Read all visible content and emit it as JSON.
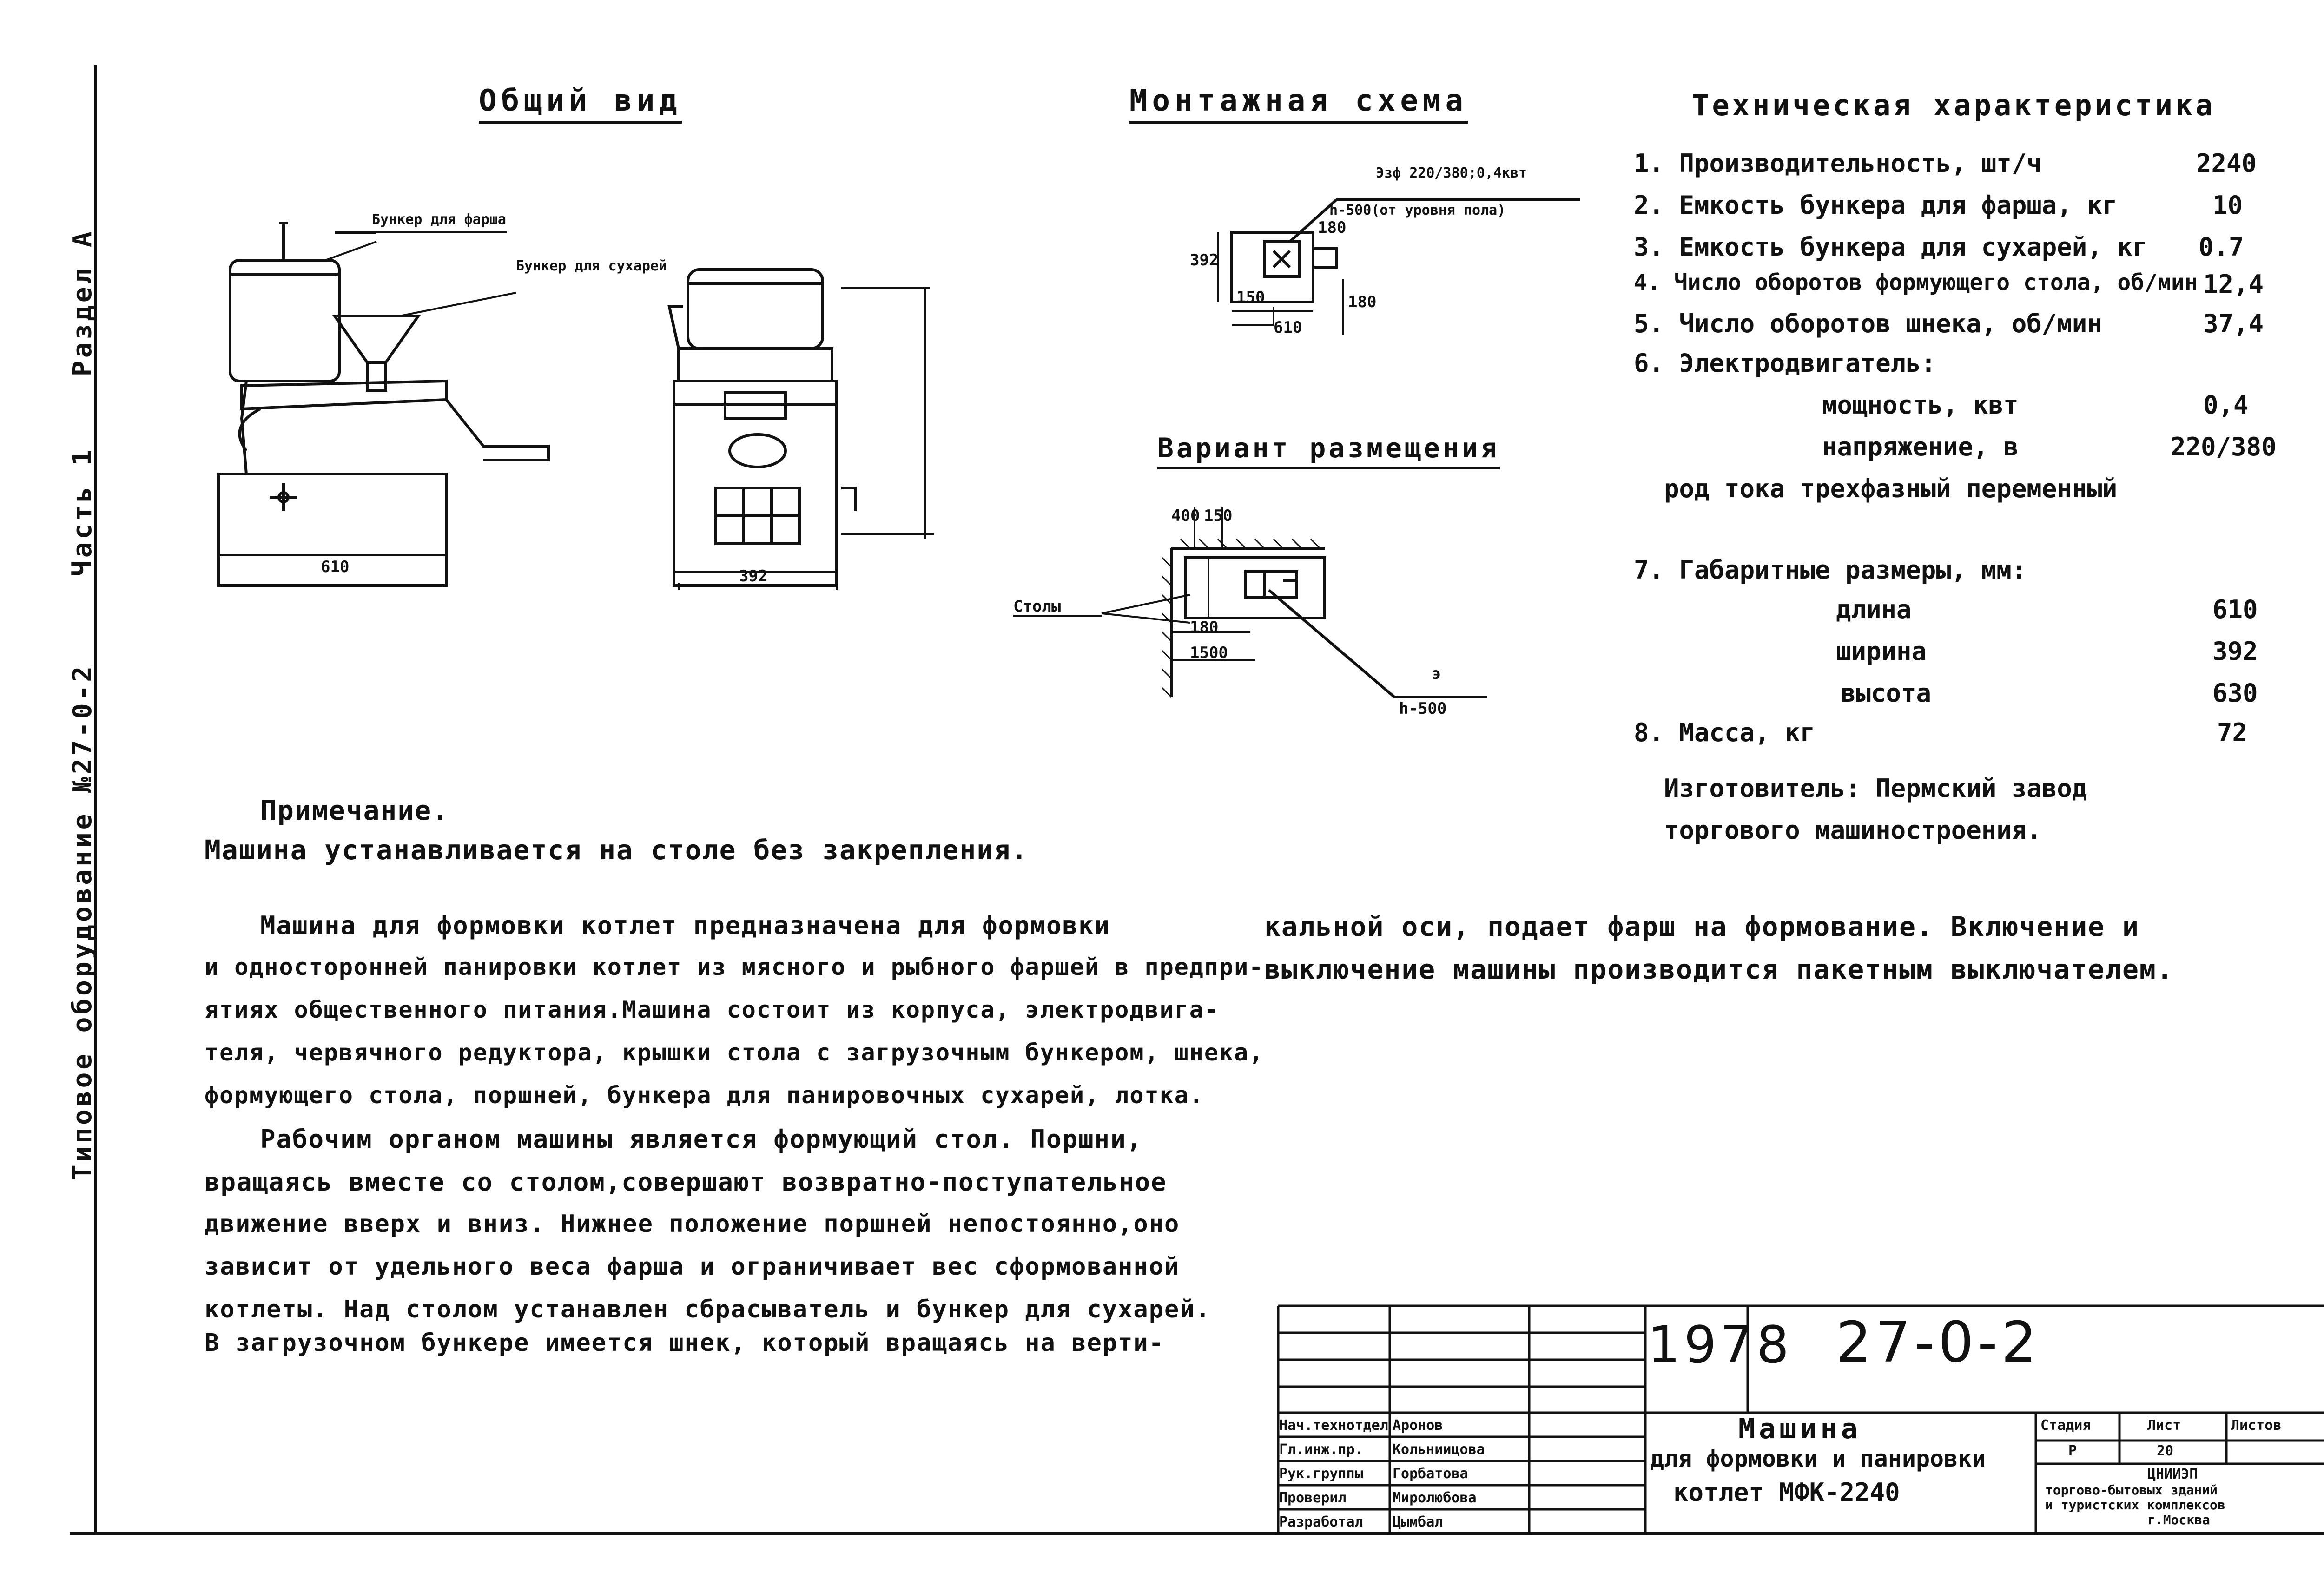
{
  "sheet": {
    "side_text": {
      "section": "Раздел А",
      "part": "Часть 1",
      "series": "Типовое оборудование №27-0-2"
    },
    "general_view": {
      "title": "Общий вид",
      "label_mince_hopper": "Бункер для фарша",
      "label_crumb_hopper": "Бункер для сухарей",
      "dim_length": "610",
      "dim_width": "392"
    },
    "mounting": {
      "title": "Монтажная схема",
      "label_power": "Эзф 220/380;0,4квт",
      "label_height": "h-500(от уровня пола)",
      "dim_392": "392",
      "dim_150": "150",
      "dim_610": "610",
      "dim_180a": "180",
      "dim_180b": "180"
    },
    "placement": {
      "title": "Вариант размещения",
      "label_tables": "Столы",
      "dim_400": "400",
      "dim_150": "150",
      "dim_180": "180",
      "dim_1500": "1500",
      "label_e": "э",
      "label_h": "h-500"
    },
    "spec": {
      "title": "Техническая характеристика",
      "items": [
        {
          "label": "1. Производительность, шт/ч",
          "value": "2240"
        },
        {
          "label": "2. Емкость бункера для фарша, кг",
          "value": "10"
        },
        {
          "label": "3. Емкость бункера для сухарей, кг",
          "value": "0.7"
        },
        {
          "label": "4. Число оборотов формующего стола, об/мин",
          "value": "12,4"
        },
        {
          "label": "5. Число оборотов шнека, об/мин",
          "value": "37,4"
        }
      ],
      "motor_title": "6. Электродвигатель:",
      "motor": [
        {
          "label": "мощность, квт",
          "value": "0,4"
        },
        {
          "label": "напряжение, в",
          "value": "220/380"
        }
      ],
      "current_type": "род тока трехфазный переменный",
      "dims_title": "7. Габаритные размеры, мм:",
      "dims": [
        {
          "label": "длина",
          "value": "610"
        },
        {
          "label": "ширина",
          "value": "392"
        },
        {
          "label": "высота",
          "value": "630"
        }
      ],
      "mass": {
        "label": "8. Масса, кг",
        "value": "72"
      },
      "maker_1": "Изготовитель: Пермский завод",
      "maker_2": "торгового машиностроения."
    },
    "note": {
      "title": "Примечание.",
      "text": "Машина устанавливается на столе без закрепления."
    },
    "description": {
      "left_lines": [
        "Машина для формовки котлет   предназначена для формовки",
        "и односторонней панировки котлет из мясного и рыбного фаршей в предпри-",
        "ятиях общественного питания.Машина состоит из корпуса, электродвига-",
        "теля, червячного редуктора, крышки стола с загрузочным бункером, шнека,",
        "формующего стола, поршней, бункера для панировочных сухарей, лотка.",
        "Рабочим органом машины является формующий стол. Поршни,",
        "вращаясь вместе со столом,совершают возвратно-поступательное",
        "движение вверх и вниз. Нижнее положение поршней непостоянно,оно",
        "зависит от удельного веса фарша и ограничивает вес сформованной",
        "котлеты. Над столом устанавлен сбрасыватель и бункер для сухарей.",
        "В загрузочном бункере имеется шнек, который вращаясь  на верти-"
      ],
      "right_lines": [
        "кальной оси, подает фарш на формование. Включение и",
        "выключение машины производится пакетным выключателем."
      ]
    },
    "title_block": {
      "year": "1978",
      "code": "27-0-2",
      "name_1": "Машина",
      "name_2": "для формовки и панировки",
      "name_3": "котлет МФК-2240",
      "roles": [
        {
          "role": "Нач.технотдела",
          "name": "Аронов"
        },
        {
          "role": "Гл.инж.пр.",
          "name": "Кольниицова"
        },
        {
          "role": "Рук.группы",
          "name": "Горбатова"
        },
        {
          "role": "Проверил",
          "name": "Миролюбова"
        },
        {
          "role": "Разработал",
          "name": "Цымбал"
        }
      ],
      "stage_label": "Стадия",
      "sheet_label": "Лист",
      "sheets_label": "Листов",
      "stage": "Р",
      "sheet": "20",
      "org_1": "ЦНИИЭП",
      "org_2": "торгово-бытовых зданий",
      "org_3": "и туристских комплексов",
      "org_4": "г.Москва"
    }
  }
}
